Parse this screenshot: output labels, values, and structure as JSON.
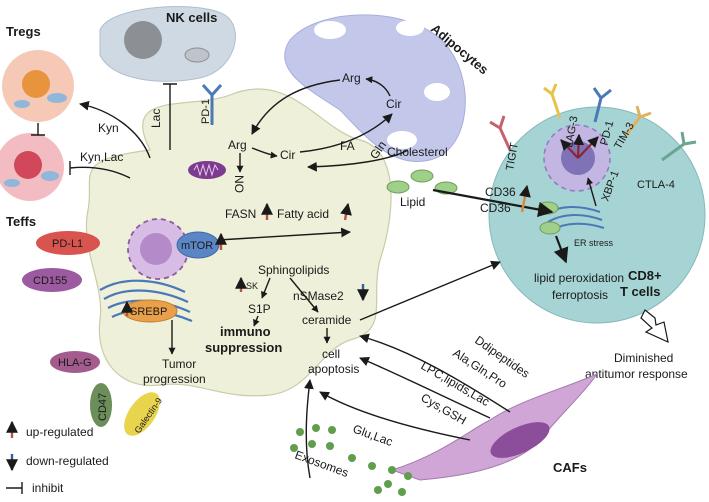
{
  "cells": {
    "tregs": "Tregs",
    "teffs": "Teffs",
    "nk": "NK cells",
    "adipocytes": "Adipocytes",
    "cd8": "CD8+\nT cells",
    "cafs": "CAFs"
  },
  "molecules": {
    "lac_nk": "Lac",
    "pd1_top": "PD-1",
    "kyn": "Kyn",
    "kyn_lac": "Kyn,Lac",
    "arg_adipo": "Arg",
    "cir_adipo": "Cir",
    "arg_tumor": "Arg",
    "cir_tumor": "Cir",
    "fa": "FA",
    "gln": "Gln",
    "no": "NO",
    "cholesterol": "Cholesterol",
    "lipid": "Lipid",
    "cd36_a": "CD36",
    "cd36_b": "CD36",
    "fasn": "FASN",
    "fatty_acid": "Fatty acid",
    "mtor": "mTOR",
    "srebp": "SREBP",
    "sphingolipids": "Sphingolipids",
    "sk": "SK",
    "s1p": "S1P",
    "nsmase2": "nSMase2",
    "ceramide": "ceramide",
    "immuno_suppression": "immuno\nsuppression",
    "cell_apoptosis": "cell\napoptosis",
    "tumor_progression": "Tumor\nprogression",
    "lipid_peroxidation": "lipid peroxidation\nferroptosis",
    "er_stress": "ER stress",
    "xbp1": "XBP-1",
    "tigit": "TIGIT",
    "lag3": "LAG-3",
    "pd1_cd8": "PD-1",
    "tim3": "TIM-3",
    "ctla4": "CTLA-4",
    "diminished": "Diminished\nantitumor response",
    "ddipeptides": "Ddipeptides",
    "ala_gln_pro": "Ala,Gln,Pro",
    "lpc_lipids_lac": "LPC,lipids,Lac",
    "cys_gsh": "Cys,GSH",
    "glu_lac": "Glu,Lac",
    "exosomes": "Exosomes"
  },
  "surface_markers": {
    "pdl1": "PD-L1",
    "cd155": "CD155",
    "hlag": "HLA-G",
    "cd47": "CD47",
    "galectin9": "Galectin-9"
  },
  "legend": {
    "up": "up-regulated",
    "down": "down-regulated",
    "inhibit": "inhibit"
  },
  "colors": {
    "up_arrow": "#b5573c",
    "down_arrow": "#2d5ea8",
    "tumor": "#eef0d9",
    "cd8": "#a6d3d3",
    "adipocyte": "#c3c8ea",
    "nk": "#cfd9e3",
    "tregs": "#f6c8b6",
    "teffs": "#f3bcc3",
    "caf": "#cfa6d6",
    "pdl1": "#d9534f",
    "cd155": "#9c5aa0",
    "hlag": "#a45c8e",
    "cd47": "#6b8e5a",
    "galectin9": "#e8d44d"
  }
}
